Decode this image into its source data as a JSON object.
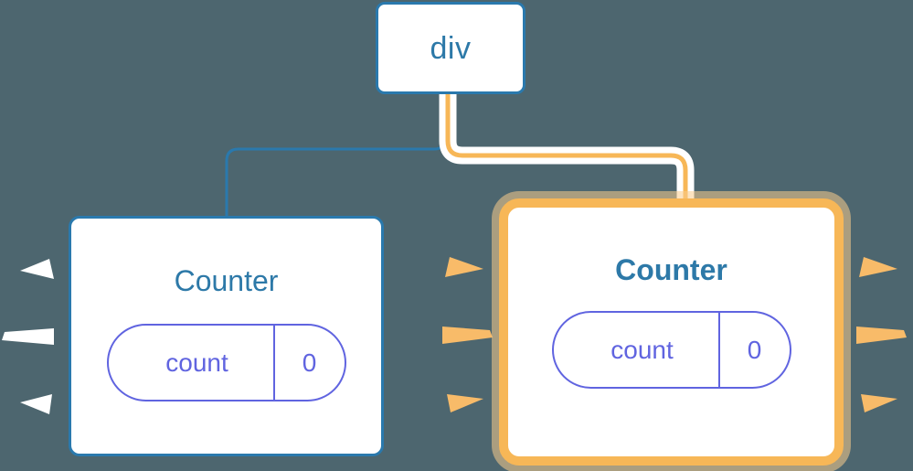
{
  "diagram": {
    "title": "React component tree re-render highlight",
    "background_color": "#4d666f"
  },
  "colors": {
    "background": "#4d666f",
    "node_fill": "#ffffff",
    "blue_border": "#2a79ad",
    "blue_text": "#2d79a8",
    "purple": "#6064e0",
    "orange": "#f7b757",
    "orange_glow": "#facc8c",
    "white_halo": "#ffffff",
    "spark_white": "#ffffff",
    "spark_orange": "#f8bb69"
  },
  "nodes": {
    "root": {
      "label": "div",
      "highlighted": false,
      "border_color": "#2a79ad"
    },
    "counter_left": {
      "title": "Counter",
      "highlighted": false,
      "bold_title": false,
      "border_color": "#2a79ad",
      "state": {
        "key": "count",
        "value": "0"
      }
    },
    "counter_right": {
      "title": "Counter",
      "highlighted": true,
      "bold_title": true,
      "border_color": "#f7b757",
      "state": {
        "key": "count",
        "value": "0"
      }
    }
  },
  "edges": [
    {
      "name": "div-to-counter-left",
      "from": "root",
      "to": "counter_left",
      "color": "#2a79ad",
      "highlighted": false,
      "width": 3
    },
    {
      "name": "div-to-counter-right",
      "from": "root",
      "to": "counter_right",
      "color": "#f7b757",
      "highlighted": true,
      "width": 5,
      "halo_color": "#ffffff",
      "halo_width": 17
    }
  ],
  "sparks": {
    "far_left": {
      "name": "spark-cluster-left",
      "color": "#ffffff",
      "count": 3,
      "direction": "outward-left"
    },
    "middle": {
      "name": "spark-cluster-middle",
      "color": "#f8bb69",
      "count": 3,
      "direction": "outward-right"
    },
    "far_right": {
      "name": "spark-cluster-right",
      "color": "#f8bb69",
      "count": 3,
      "direction": "outward-right"
    }
  }
}
